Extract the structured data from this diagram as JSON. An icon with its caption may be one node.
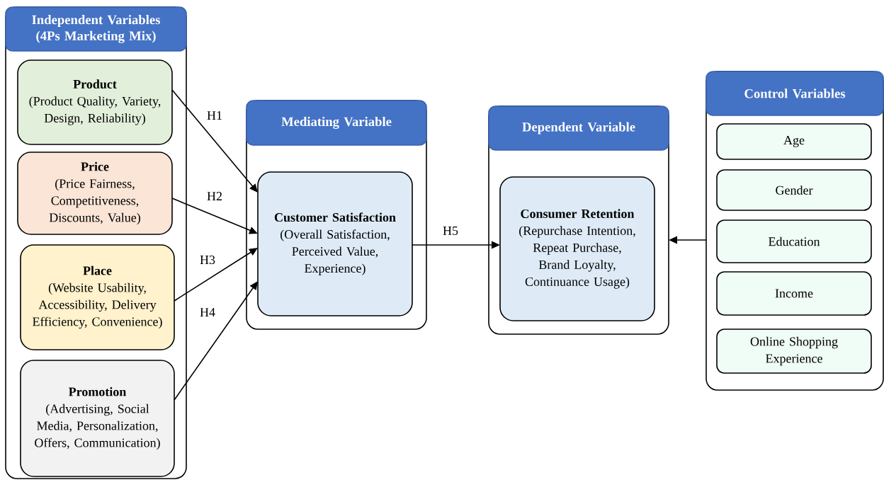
{
  "diagram": {
    "nodes": [
      {
        "text": [
          "Independent Variables (4Ps Marketing Mix)"
        ]
      },
      {
        "text": [
          "Product",
          "(Product Quality, Variety, Design, Reliability)"
        ],
        "in": 0
      },
      {
        "text": [
          "Price",
          "(Price Fairness, Competitiveness, Discounts, Value)"
        ],
        "in": 0
      },
      {
        "text": [
          "Place",
          "(Website Usability, Accessibility, Delivery Efficiency, Convenience)"
        ],
        "in": 0
      },
      {
        "text": [
          "Promotion",
          "(Advertising, Social Media, Personalization, Offers, Communication)"
        ],
        "in": 0
      },
      {
        "text": [
          "Mediating Variable"
        ]
      },
      {
        "text": [
          "Customer Satisfaction",
          "(Overall Satisfaction, Perceived Value, Experience)"
        ],
        "in": 5
      },
      {
        "text": [
          "Dependent Variable"
        ]
      },
      {
        "text": [
          "Consumer Retention",
          "(Repurchase Intention, Repeat Purchase, Brand Loyalty, Continuance Usage)"
        ],
        "in": 7
      },
      {
        "text": [
          "Control Variables"
        ]
      },
      {
        "text": [
          "Age"
        ],
        "in": 9
      },
      {
        "text": [
          "Gender"
        ],
        "in": 9
      },
      {
        "text": [
          "Education"
        ],
        "in": 9
      },
      {
        "text": [
          "Income"
        ],
        "in": 9
      },
      {
        "text": [
          "Online Shopping Experience"
        ],
        "in": 9
      }
    ],
    "edges": [
      {
        "from": 1,
        "to": 6,
        "arrow": "to",
        "label": "H1"
      },
      {
        "from": 2,
        "to": 6,
        "arrow": "to",
        "label": "H2"
      },
      {
        "from": 3,
        "to": 6,
        "arrow": "to",
        "label": "H3"
      },
      {
        "from": 4,
        "to": 6,
        "arrow": "to",
        "label": "H4"
      },
      {
        "from": 6,
        "to": 8,
        "arrow": "to",
        "label": "H5"
      },
      {
        "from": 9,
        "to": 7,
        "arrow": "to"
      }
    ]
  }
}
